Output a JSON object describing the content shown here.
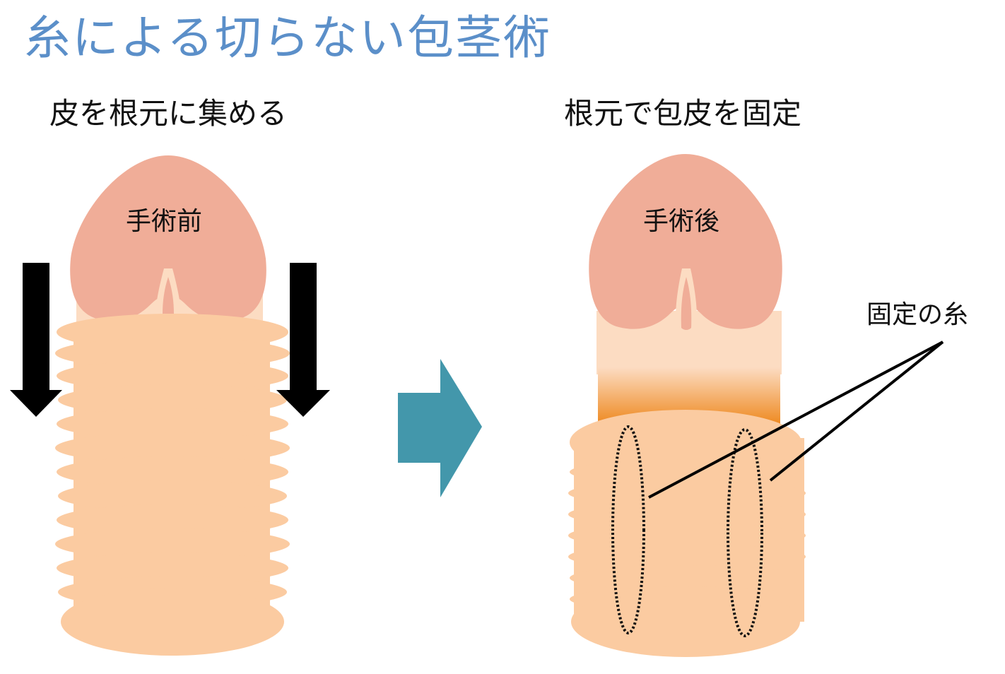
{
  "title": "糸による切らない包茎術",
  "before": {
    "caption": "皮を根元に集める",
    "label": "手術前"
  },
  "after": {
    "caption": "根元で包皮を固定",
    "label": "手術後",
    "thread_label": "固定の糸"
  },
  "colors": {
    "title": "#5b8fc9",
    "glans": "#f0ad98",
    "shaft": "#fcdcc2",
    "skin": "#fbcba1",
    "accent": "#ee8a22",
    "transition_arrow": "#4397ab",
    "arrows": "#000000"
  }
}
